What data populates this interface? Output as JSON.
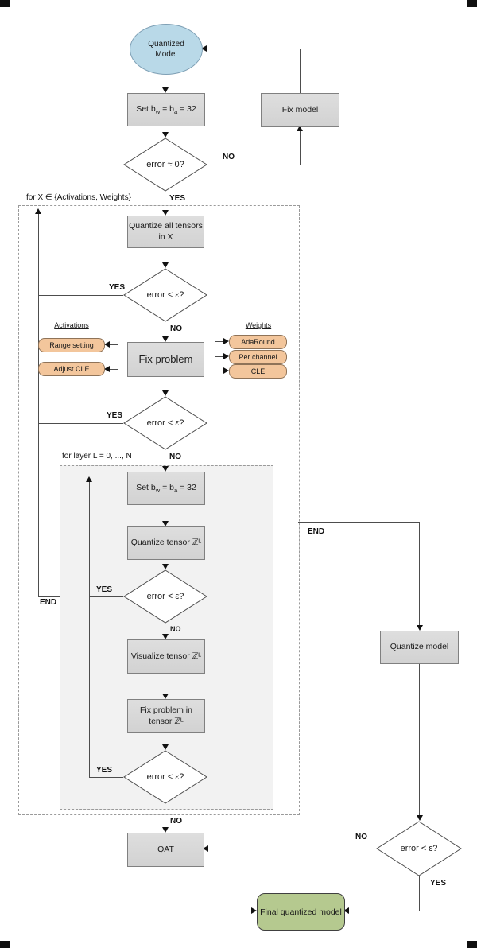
{
  "labels": {
    "yes": "YES",
    "no": "NO",
    "end": "END"
  },
  "loops": {
    "outer": "for X ∈ {Activations, Weights}",
    "inner": "for layer L = 0, ..., N"
  },
  "nodes": {
    "start": "Quantized\nModel",
    "set_bits": {
      "p1": "Set b",
      "s1": "w",
      "p2": " = b",
      "s2": "a",
      "p3": " = 32"
    },
    "fix_model": "Fix model",
    "err_zero": "error ≈ 0?",
    "err_eps": "error < ε?",
    "quantize_all": "Quantize all tensors\nin X",
    "fix_problem": "Fix problem",
    "quantize_tensor": "Quantize tensor ℤᴸ",
    "visualize_tensor": "Visualize tensor ℤᴸ",
    "fix_tensor": "Fix problem in\ntensor ℤᴸ",
    "qat": "QAT",
    "quantize_model": "Quantize model",
    "final_model": "Final quantized model"
  },
  "annotations": {
    "activations": {
      "title": "Activations",
      "items": [
        "Range setting",
        "Adjust CLE"
      ]
    },
    "weights": {
      "title": "Weights",
      "items": [
        "AdaRound",
        "Per channel",
        "CLE"
      ]
    }
  },
  "colors": {
    "process_gray": "#d9d9d9",
    "terminator_blue": "#b9d9e8",
    "annotation_orange": "#f3c69c",
    "final_green": "#b5c98f",
    "line": "#4d4d4d"
  }
}
